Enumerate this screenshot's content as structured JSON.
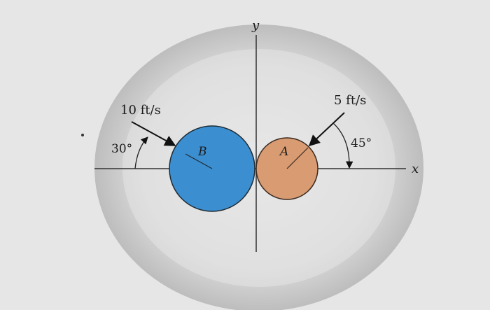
{
  "diagram": {
    "axes": {
      "x_label": "x",
      "y_label": "y"
    },
    "disk_b": {
      "label": "B",
      "color": "#3b8fd0",
      "velocity_label": "10 ft/s",
      "angle_label": "30°"
    },
    "disk_a": {
      "label": "A",
      "color": "#d89b72",
      "velocity_label": "5 ft/s",
      "angle_label": "45°"
    }
  }
}
